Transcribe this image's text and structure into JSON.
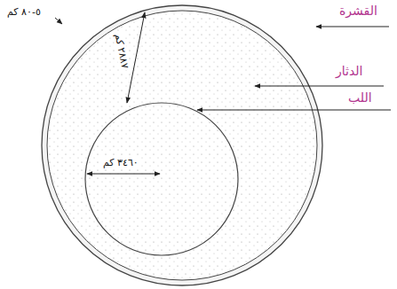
{
  "diagram": {
    "labels": [
      "القشرة",
      "الدثار",
      "اللب",
      "٥-٨٠ كم",
      "٢٨٨٧ كم",
      "٣٤٦٠ كم"
    ]
  }
}
